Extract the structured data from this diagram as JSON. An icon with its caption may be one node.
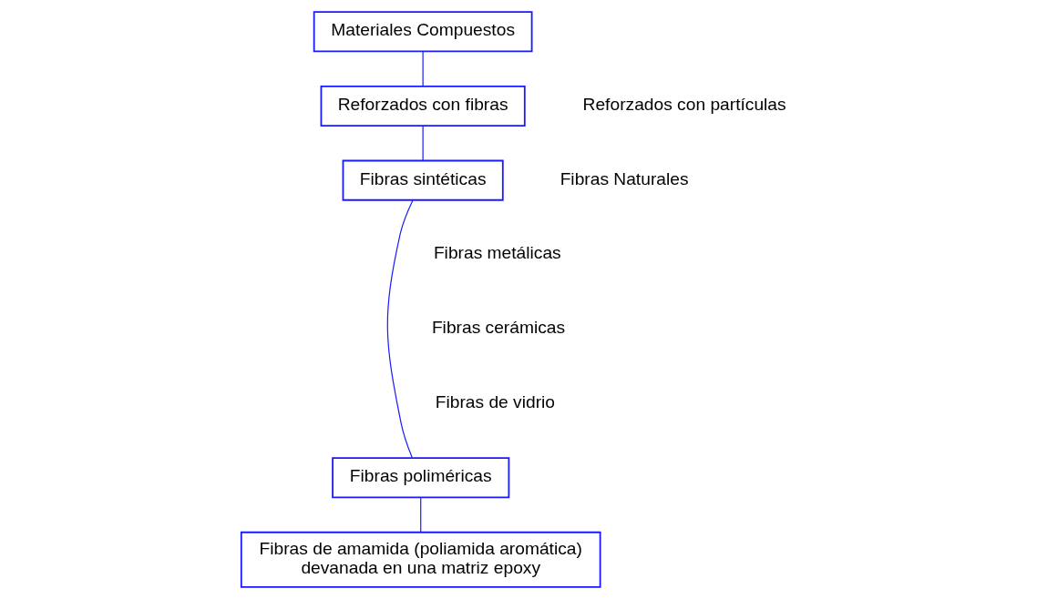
{
  "diagram": {
    "nodes": [
      {
        "text": [
          "Materiales Compuestos"
        ]
      },
      {
        "text": [
          "Reforzados con fibras"
        ]
      },
      {
        "text": [
          "Fibras sintéticas"
        ]
      },
      {
        "text": [
          "Fibras poliméricas"
        ]
      },
      {
        "text": [
          "Fibras de amamida (poliamida aromática) devanada en una matriz epoxy"
        ]
      }
    ],
    "edges": [
      {
        "from": 0,
        "to": 1,
        "arrow": "none"
      },
      {
        "from": 1,
        "to": 2,
        "arrow": "none"
      },
      {
        "from": 2,
        "to": 3,
        "arrow": "none"
      },
      {
        "from": 3,
        "to": 4,
        "arrow": "none"
      }
    ],
    "labels": [
      "Reforzados con partículas",
      "Fibras Naturales",
      "Fibras metálicas",
      "Fibras cerámicas",
      "Fibras de vidrio"
    ]
  }
}
